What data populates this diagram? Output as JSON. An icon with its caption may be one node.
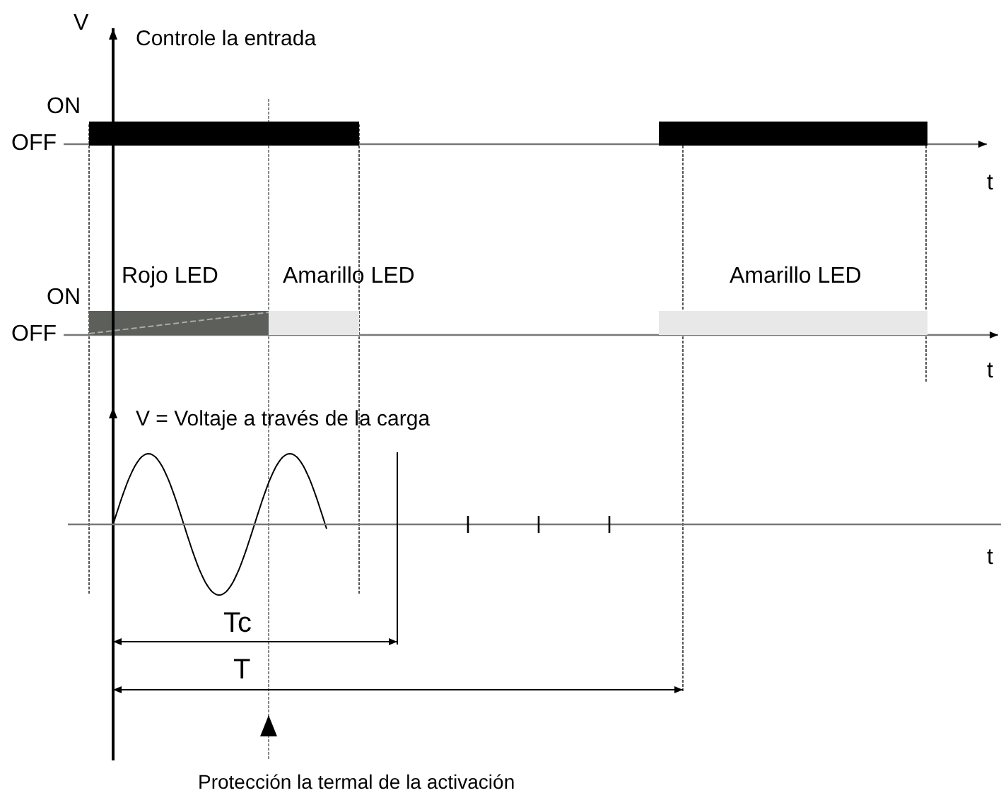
{
  "diagram": {
    "labels": [
      "V",
      "Controle la entrada",
      "ON",
      "OFF",
      "t",
      "Rojo LED",
      "Amarillo LED",
      "Amarillo LED",
      "ON",
      "OFF",
      "t",
      "V = Voltaje a través de la carga",
      "t",
      "Tc",
      "T",
      "Protección la termal de la activación"
    ]
  }
}
